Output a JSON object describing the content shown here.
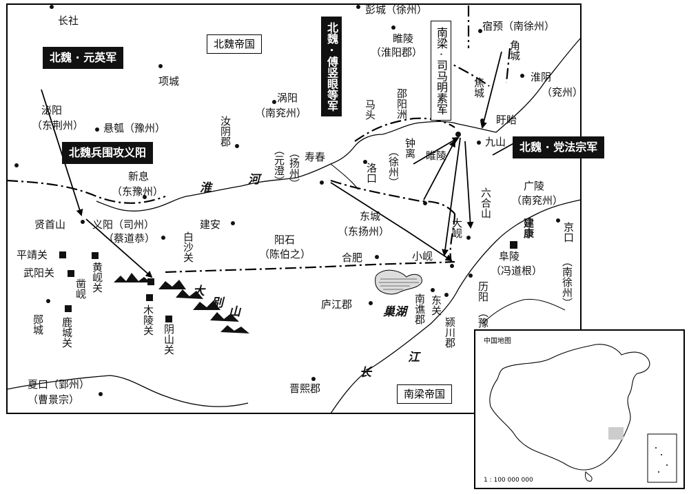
{
  "empire_labels": {
    "wei": "北魏帝国",
    "liang": "南梁帝国"
  },
  "armies": {
    "yuanying": "北魏 · 元英军",
    "siege": "北魏兵围攻义阳",
    "fushuyan": "北魏 · 傅竖眼等军",
    "sima": "南梁 · 司马明素军",
    "dangfazong": "北魏 · 党法宗军"
  },
  "places": {
    "changshe": "长社",
    "pengcheng": "彭城（徐州）",
    "suyu": "宿预（南徐州）",
    "suiling": "睢陵",
    "huaiyangjun": "（淮阳郡）",
    "jiaocheng": "角城",
    "huaiyin": "淮阴",
    "yanzhou": "（兖州）",
    "xiangcheng": "项城",
    "biyang": "泌阳",
    "dongjingzhou": "（东荆州）",
    "xuanhu": "悬瓠（豫州）",
    "woyang": "涡阳",
    "nanyanzhou": "（南兖州）",
    "ruyinjun": "汝阴郡",
    "matou": "马头",
    "shaoyangzhou": "邵阳洲",
    "jiaocheng2": "焦城",
    "xuyi": "盱眙",
    "jiushan": "九山",
    "xinxi": "新息",
    "dongyuzhou": "（东豫州）",
    "shouchun": "寿春",
    "yangzhou_yc": "（扬州）",
    "yuancheng": "（元澄）",
    "zhongli": "钟离",
    "xuzhou": "（徐州）",
    "luokou": "洛口",
    "suiling2": "睢陵",
    "liuheshan": "六合山",
    "guangling": "广陵",
    "guangling_nyz": "（南兖州）",
    "xianshoushan": "贤首山",
    "yiyang": "义阳（司州）",
    "caidaogong": "（蔡道恭）",
    "jian_an": "建安",
    "baishaguan": "白沙关",
    "dongcheng": "东城",
    "dongyangzhou": "（东扬州）",
    "dayan": "大岘",
    "jiankang": "建康",
    "jingkou": "京口",
    "nanxuzhou": "（南徐州）",
    "pingjingguan": "平靖关",
    "wuyangguan": "武阳关",
    "huangxianguan": "黄岘关",
    "xianxian": "凿岘",
    "yangshi": "阳石",
    "chenbozhi": "（陈伯之）",
    "hefei": "合肥",
    "xiaoxian": "小岘",
    "fuling": "阜陵",
    "fengdaogen": "（冯道根）",
    "mulingguan": "木陵关",
    "yinshanguan": "阴山关",
    "lujiangjun": "庐江郡",
    "nanqiaojun": "南谯郡",
    "dongguan": "东关",
    "liyang": "历阳",
    "liyang_yu": "（豫",
    "yingchuanjun": "颍川郡",
    "juncheng": "郧城",
    "luchengguan": "鹿城关",
    "xiakou": "夏口（郢州）",
    "caojingzong": "（曹景宗）",
    "jinxijun": "晋熙郡"
  },
  "geo": {
    "huai1": "淮",
    "huai2": "河",
    "dabie1": "大",
    "dabie2": "别",
    "dabie3": "山",
    "chaohu": "巢湖",
    "chang": "长",
    "jiang": "江"
  },
  "inset": {
    "title": "中国地图",
    "scale": "1 : 100 000 000"
  }
}
